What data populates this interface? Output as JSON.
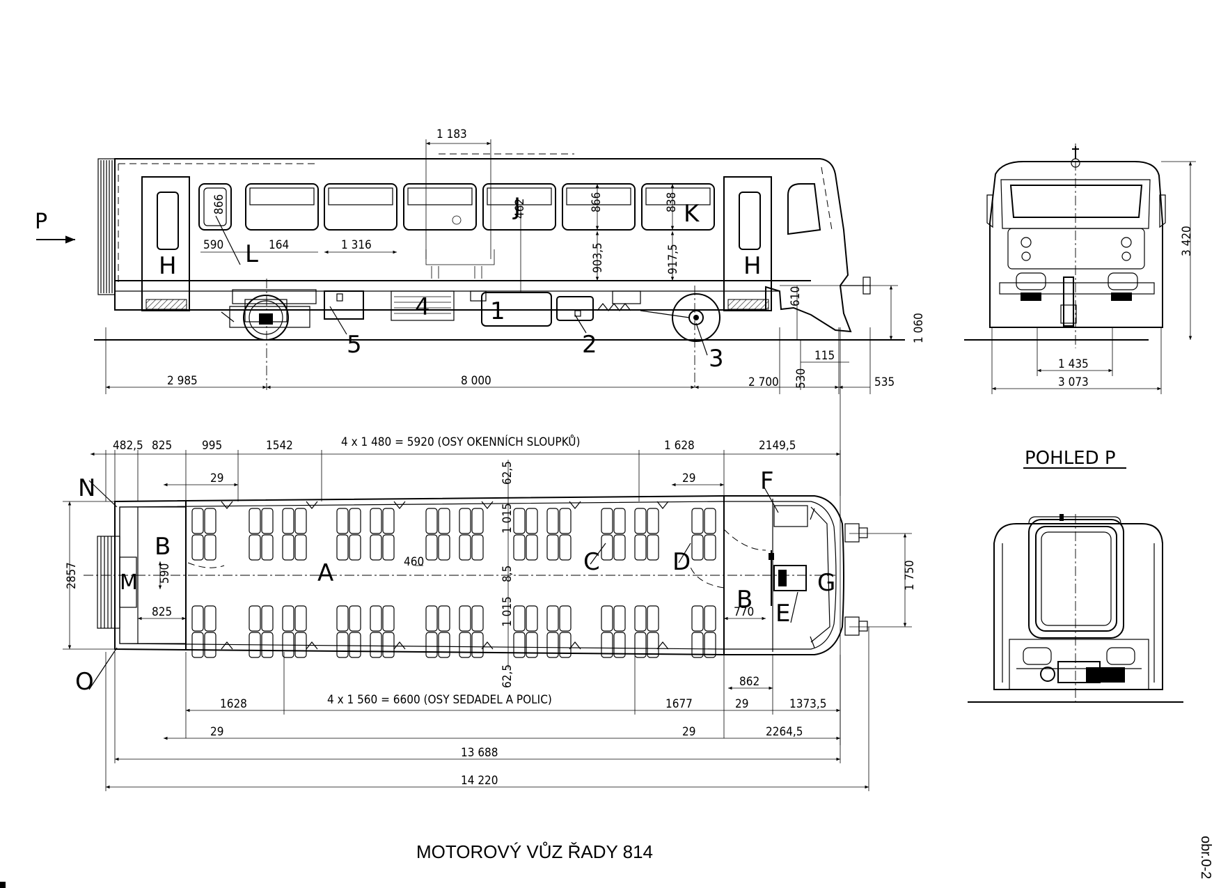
{
  "title": "MOTOROVÝ   VŮZ ŘADY 814",
  "figure_ref": "obr.0-2",
  "view_label": "POHLED P",
  "arrow_label": "P",
  "side_view": {
    "window_dims": [
      "1 183",
      "866",
      "866",
      "838",
      "462",
      "903,5",
      "917,5",
      "590",
      "164",
      "1 316"
    ],
    "height_dims": [
      "610",
      "1 060",
      "115",
      "530"
    ],
    "length_dims": [
      "2 985",
      "8 000",
      "2 700",
      "535"
    ],
    "letters": [
      "H",
      "L",
      "J",
      "K",
      "H"
    ],
    "components": [
      "1",
      "2",
      "3",
      "4",
      "5"
    ]
  },
  "front_view": {
    "dims": [
      "3 420",
      "1 435",
      "3 073"
    ]
  },
  "plan_view": {
    "top_dims": [
      "482,5",
      "825",
      "995",
      "1542",
      "4 x 1 480 = 5920 (OSY OKENNÍCH SLOUPKŮ)",
      "1 628",
      "2149,5",
      "29",
      "29",
      "62,5"
    ],
    "inner_dims": [
      "1 015",
      "460",
      "8,5",
      "1 015",
      "590",
      "825",
      "770",
      "62,5",
      "2857",
      "1 750"
    ],
    "bottom_dims": [
      "1628",
      "4 x 1 560 = 6600 (OSY SEDADEL A POLIC)",
      "1677",
      "862",
      "29",
      "1373,5",
      "29",
      "29",
      "2264,5",
      "13 688",
      "14 220"
    ],
    "letters": [
      "N",
      "B",
      "M",
      "A",
      "C",
      "D",
      "F",
      "B",
      "E",
      "G",
      "O"
    ]
  }
}
